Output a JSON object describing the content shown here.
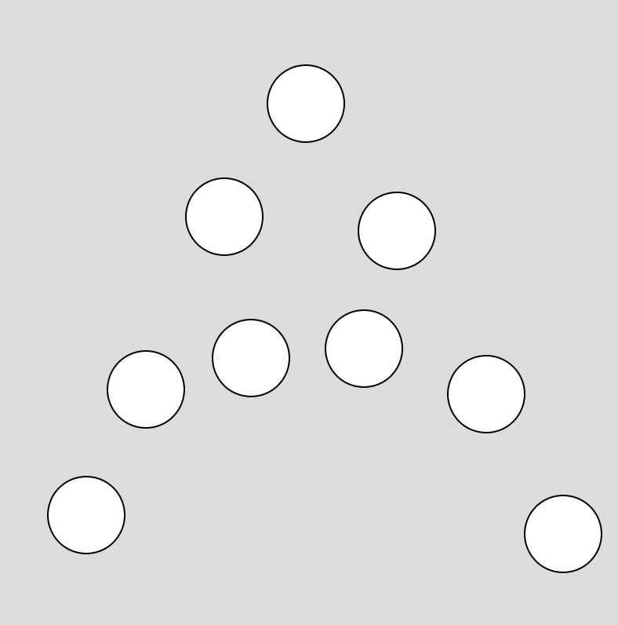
{
  "board": {
    "background_color": "#dcdcdc",
    "circle_fill_color": "#ffffff",
    "circle_stroke_color": "#000000",
    "circles": [
      {
        "id": "circle-1"
      },
      {
        "id": "circle-2"
      },
      {
        "id": "circle-3"
      },
      {
        "id": "circle-4"
      },
      {
        "id": "circle-5"
      },
      {
        "id": "circle-6"
      },
      {
        "id": "circle-7"
      },
      {
        "id": "circle-8"
      },
      {
        "id": "circle-9"
      }
    ]
  }
}
